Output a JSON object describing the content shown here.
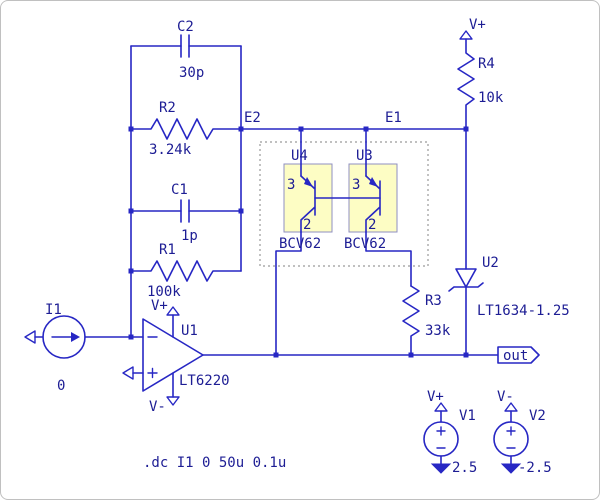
{
  "schematic": {
    "directive": ".dc I1 0 50u 0.1u",
    "nets": {
      "e2": "E2",
      "e1": "E1",
      "out": "out",
      "vplus": "V+",
      "vminus": "V-"
    },
    "components": {
      "C2": {
        "ref": "C2",
        "value": "30p"
      },
      "R2": {
        "ref": "R2",
        "value": "3.24k"
      },
      "C1": {
        "ref": "C1",
        "value": "1p"
      },
      "R1": {
        "ref": "R1",
        "value": "100k"
      },
      "R3": {
        "ref": "R3",
        "value": "33k"
      },
      "R4": {
        "ref": "R4",
        "value": "10k"
      },
      "I1": {
        "ref": "I1",
        "value": "0"
      },
      "U1": {
        "ref": "U1",
        "value": "LT6220"
      },
      "U2": {
        "ref": "U2",
        "value": "LT1634-1.25"
      },
      "U3": {
        "ref": "U3",
        "value": "BCV62",
        "pins": [
          "3",
          "2"
        ]
      },
      "U4": {
        "ref": "U4",
        "value": "BCV62",
        "pins": [
          "3",
          "2"
        ]
      },
      "V1": {
        "ref": "V1",
        "value": "2.5"
      },
      "V2": {
        "ref": "V2",
        "value": "-2.5"
      }
    },
    "colors": {
      "wire": "#2727c4",
      "text": "#1d1d94",
      "component_fill": "#fdfdc4",
      "selection": "#9a9a9a",
      "canvas": "#ffffff",
      "border": "#c0c0c0"
    }
  }
}
